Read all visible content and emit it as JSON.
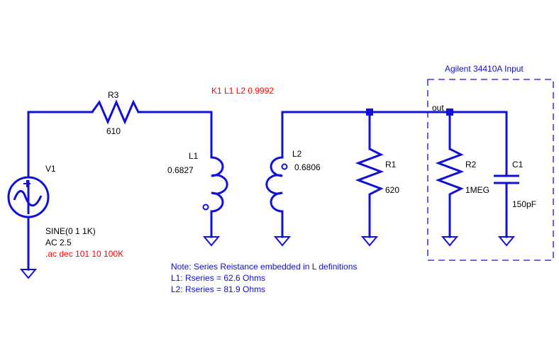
{
  "coupling": {
    "text": "K1 L1 L2 0.9992"
  },
  "meter_box": {
    "title": "Agilent 34410A Input"
  },
  "net_labels": {
    "out": "out"
  },
  "components": {
    "V1": {
      "name": "V1",
      "value": "SINE(0 1 1K)",
      "ac": "AC 2.5",
      "directive": ".ac dec 101 10 100K"
    },
    "R3": {
      "name": "R3",
      "value": "610"
    },
    "L1": {
      "name": "L1",
      "value": "0.6827"
    },
    "L2": {
      "name": "L2",
      "value": "0.6806"
    },
    "R1": {
      "name": "R1",
      "value": "620"
    },
    "R2": {
      "name": "R2",
      "value": "1MEG"
    },
    "C1": {
      "name": "C1",
      "value": "150pF"
    }
  },
  "note": {
    "line1": "Note: Series Reistance embedded in L definitions",
    "line2": "L1: Rseries = 62.6 Ohms",
    "line3": "L2: Rseries = 81.9 Ohms"
  },
  "colors": {
    "wire": "#1010d8",
    "directive": "#ff0000",
    "comment": "#1010c0",
    "label": "#000000"
  }
}
